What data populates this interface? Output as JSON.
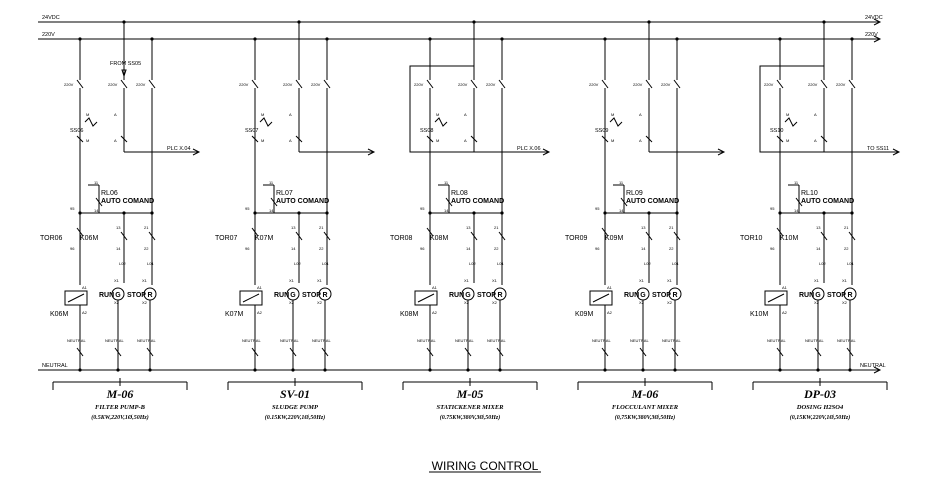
{
  "rails": {
    "dc_left": "24VDC",
    "dc_right": "24VDC",
    "ac_left": "220V",
    "ac_right": "220V",
    "neutral_left": "NEUTRAL",
    "neutral_right": "NEUTRAL"
  },
  "voltage_label": "220V",
  "terminals": {
    "selector_a": "A",
    "selector_m": "M",
    "coil_a1": "A1",
    "coil_a2": "A2",
    "n95": "95",
    "n96": "96",
    "relay_11": "11",
    "relay_14": "14",
    "aux_13": "13",
    "aux_14": "14",
    "aux_21": "21",
    "aux_22": "22",
    "lamp_x1": "X1",
    "lamp_x2": "X2",
    "l01": "L01",
    "l02": "L02",
    "neutral_small": "NEUTRAL"
  },
  "lamps": {
    "run_label": "RUN",
    "run_symbol": "G",
    "stop_label": "STOP",
    "stop_symbol": "R"
  },
  "auto_command": "AUTO COMAND",
  "circuits": [
    {
      "switch": "SS06",
      "relay": "RL06",
      "tor": "TOR06",
      "contactor": "K06M",
      "top_label": "FROM SS05",
      "out_label": "PLC X.04",
      "title": "M-06",
      "subtitle": "FILTER PUMP-B",
      "spec": "(0.5KW,220V,1Ø,50Hz)"
    },
    {
      "switch": "SS07",
      "relay": "RL07",
      "tor": "TOR07",
      "contactor": "K07M",
      "top_label": "",
      "out_label": "",
      "title": "SV-01",
      "subtitle": "SLUDGE PUMP",
      "spec": "(0.15KW,220V,1Ø,50Hz)"
    },
    {
      "switch": "SS08",
      "relay": "RL08",
      "tor": "TOR08",
      "contactor": "K08M",
      "top_label": "",
      "out_label": "PLC X.06",
      "title": "M-05",
      "subtitle": "STATICKENER MIXER",
      "spec": "(0.75KW,380V,3Ø,50Hz)"
    },
    {
      "switch": "SS09",
      "relay": "RL09",
      "tor": "TOR09",
      "contactor": "K09M",
      "top_label": "",
      "out_label": "",
      "title": "M-06",
      "subtitle": "FLOCCULANT MIXER",
      "spec": "(0,75KW,380V,3Ø,50Hz)"
    },
    {
      "switch": "SS10",
      "relay": "RL10",
      "tor": "TOR10",
      "contactor": "K10M",
      "top_label": "",
      "out_label": "TO SS11",
      "title": "DP-03",
      "subtitle": "DOSING H2SO4",
      "spec": "(0,15KW,220V,1Ø,50Hz)"
    }
  ],
  "caption": "WIRING CONTROL"
}
